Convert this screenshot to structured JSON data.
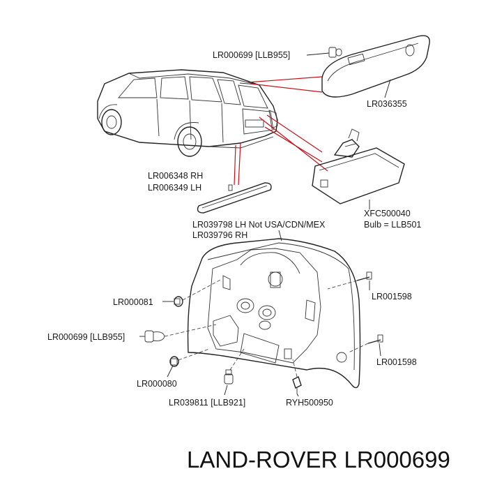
{
  "labels": {
    "p_stop_bulb": "LR000699 [LLB955]",
    "p_stop_lamp": "LR036355",
    "p_reflector_rh": "LR006348 RH",
    "p_reflector_lh": "LR006349 LH",
    "p_plate_lamp": "XFC500040",
    "p_plate_bulb": "Bulb = LLB501",
    "p_tail_lh": "LR039798 LH Not USA/CDN/MEX",
    "p_tail_rh": "LR039796 RH",
    "p_holder_1": "LR000081",
    "p_screw_top": "LR001598",
    "p_bulb_2": "LR000699 [LLB955]",
    "p_screw_bottom": "LR001598",
    "p_holder_2": "LR000080",
    "p_bulb_3": "LR039811 [LLB921]",
    "p_clip": "RYH500950"
  },
  "title": "LAND-ROVER LR000699",
  "colors": {
    "callout_red": "#c0141c",
    "line": "#222222"
  }
}
